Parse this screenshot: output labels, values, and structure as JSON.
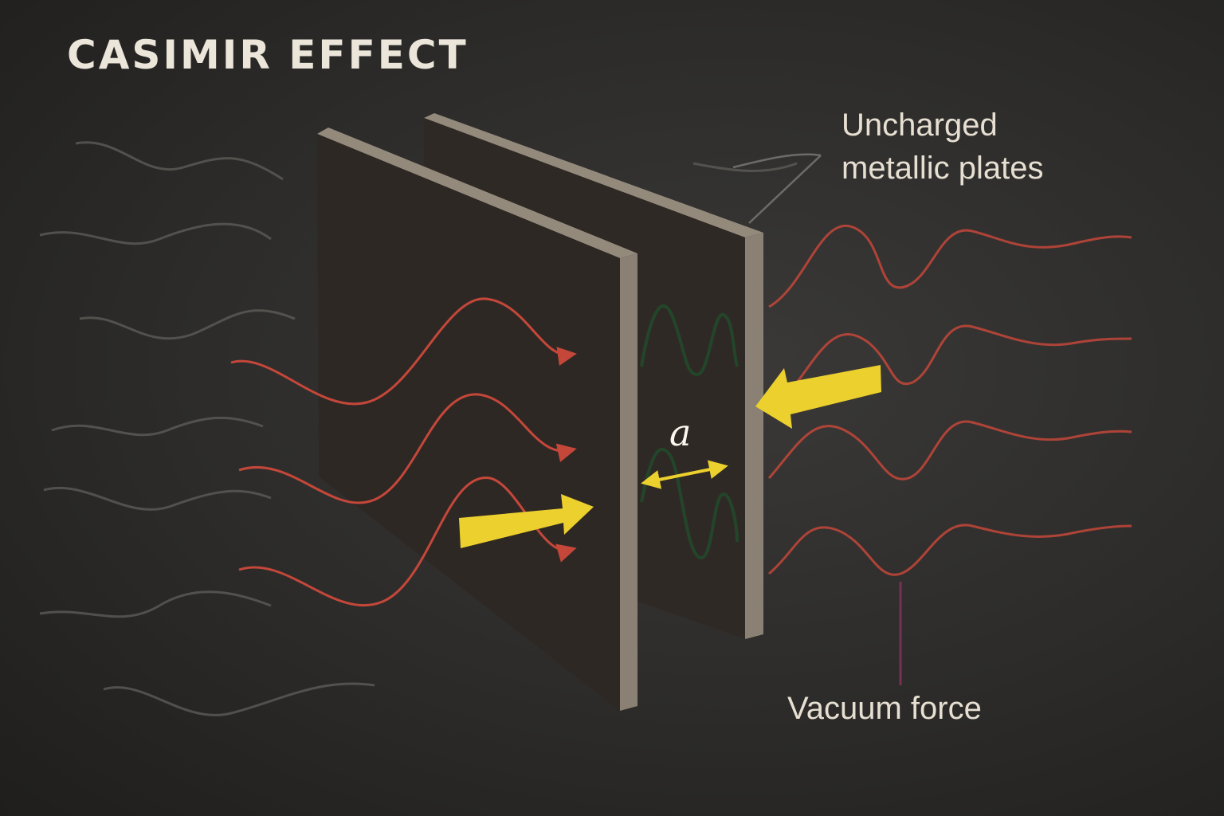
{
  "title": "CASIMIR EFFECT",
  "labels": {
    "plates_line1": "Uncharged",
    "plates_line2": "metallic plates",
    "vacuum_force": "Vacuum force",
    "separation_symbol": "a"
  },
  "colors": {
    "background": "#2c2b29",
    "plate_face": "#2e2824",
    "plate_edge": "#8a8073",
    "red_wave": "#c4473a",
    "gray_wave": "#5a5855",
    "green_wave": "#23452a",
    "force_arrow": "#ecd02e",
    "pointer_line": "#7a2f55"
  }
}
